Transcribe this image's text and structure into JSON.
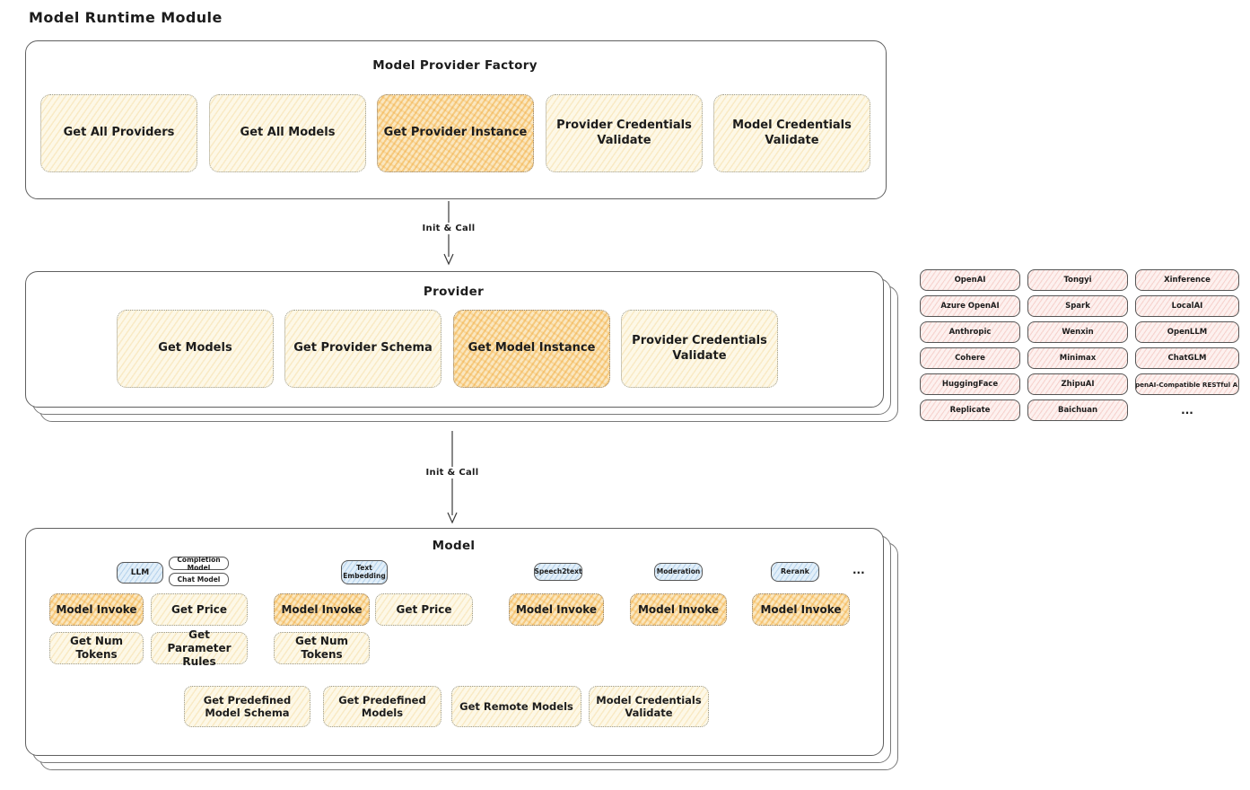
{
  "page_title": "Model Runtime Module",
  "factory": {
    "title": "Model Provider Factory",
    "buttons": [
      {
        "label": "Get All Providers",
        "highlight": false
      },
      {
        "label": "Get All Models",
        "highlight": false
      },
      {
        "label": "Get Provider Instance",
        "highlight": true
      },
      {
        "label": "Provider Credentials Validate",
        "highlight": false
      },
      {
        "label": "Model Credentials Validate",
        "highlight": false
      }
    ]
  },
  "arrows": {
    "init_call_1": "Init & Call",
    "init_call_2": "Init & Call"
  },
  "provider": {
    "title": "Provider",
    "buttons": [
      {
        "label": "Get Models",
        "highlight": false
      },
      {
        "label": "Get Provider Schema",
        "highlight": false
      },
      {
        "label": "Get Model Instance",
        "highlight": true
      },
      {
        "label": "Provider Credentials Validate",
        "highlight": false
      }
    ]
  },
  "provider_grid": {
    "rows": [
      [
        "OpenAI",
        "Tongyi",
        "Xinference"
      ],
      [
        "Azure OpenAI",
        "Spark",
        "LocalAI"
      ],
      [
        "Anthropic",
        "Wenxin",
        "OpenLLM"
      ],
      [
        "Cohere",
        "Minimax",
        "ChatGLM"
      ],
      [
        "HuggingFace",
        "ZhipuAI",
        "OpenAI-Compatible RESTful API"
      ],
      [
        "Replicate",
        "Baichuan"
      ]
    ],
    "more": "..."
  },
  "model": {
    "title": "Model",
    "tabs": {
      "llm": "LLM",
      "completion_model": "Completion Model",
      "chat_model": "Chat Model",
      "text_embedding": "Text Embedding",
      "speech2text": "Speech2text",
      "moderation": "Moderation",
      "rerank": "Rerank",
      "more": "..."
    },
    "buttons": {
      "model_invoke_llm": "Model Invoke",
      "get_price_llm": "Get Price",
      "get_num_tokens_llm": "Get Num Tokens",
      "get_parameter_rules_llm": "Get Parameter Rules",
      "model_invoke_text_embedding": "Model Invoke",
      "get_price_text_embedding": "Get Price",
      "get_num_tokens_text_embedding": "Get Num Tokens",
      "model_invoke_speech2text": "Model Invoke",
      "model_invoke_moderation": "Model Invoke",
      "model_invoke_rerank": "Model Invoke",
      "get_predefined_model_schema": "Get Predefined Model Schema",
      "get_predefined_models": "Get Predefined Models",
      "get_remote_models": "Get Remote Models",
      "model_credentials_validate": "Model Credentials Validate"
    }
  },
  "colors": {
    "node_yellow": "#fdf8e7",
    "node_highlight_orange": "#fae7c0",
    "provider_chip_pink": "#fdf1ef",
    "tab_blue": "#e2eff9",
    "box_border_gray": "#606060",
    "text": "#1c1c1c"
  }
}
